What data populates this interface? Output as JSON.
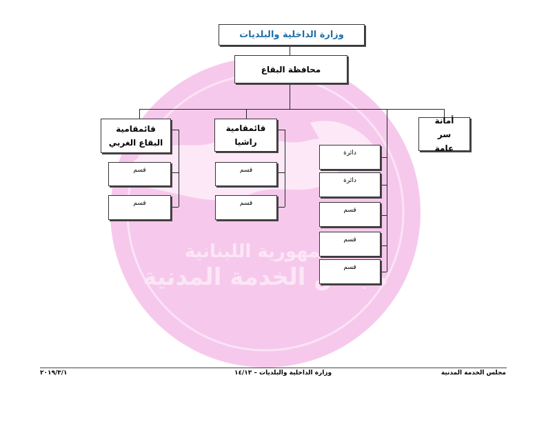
{
  "ministry": "وزارة الداخلية والبلديات",
  "governorate": "محافظة البقاع",
  "units": {
    "west_bekaa": "قائمقامية البقاع الغربي",
    "rashaya": "قائمقامية راشيا",
    "general_secretariat": "أمانة سر عامة"
  },
  "labels": {
    "department": "دائرة",
    "section": "قسم"
  },
  "watermark": {
    "line1": "الجمهورية اللبنانية",
    "line2": "مجلس الخدمة المدنية",
    "color": "#f4c6ea"
  },
  "footer": {
    "right": "مجلس الخدمة المدنية",
    "center": "وزارة الداخلية والبلديات – ١٤/١٣",
    "left": "٢٠١٩/٣/١"
  }
}
